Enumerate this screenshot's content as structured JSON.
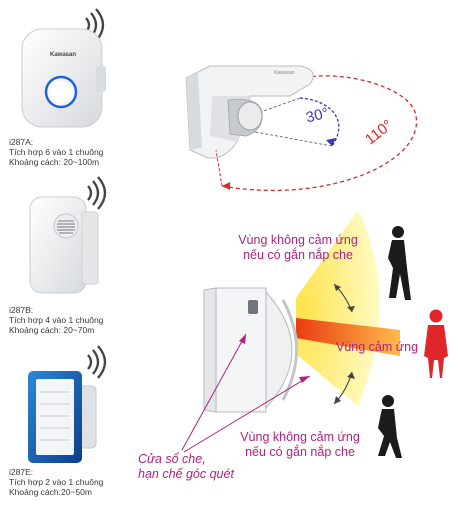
{
  "products": [
    {
      "model": "i287A:",
      "line1": "Tích hợp 6 vào 1 chuông",
      "line2": "Khoảng cách: 20~100m",
      "brand": "Kawasan"
    },
    {
      "model": "i287B:",
      "line1": "Tích hợp 4 vào 1 chuông",
      "line2": "Khoảng cách: 20~70m"
    },
    {
      "model": "i287E:",
      "line1": "Tích hợp 2 vào 1 chuông",
      "line2": "Khoảng cách:20~50m"
    }
  ],
  "sensor_top": {
    "angle_small": "30°",
    "angle_large": "110°",
    "brand": "Kawasan"
  },
  "zones": {
    "top": [
      "Vùng không cảm ứng",
      "nếu có gắn nắp che"
    ],
    "middle": "Vùng cảm ứng",
    "bottom": [
      "Vùng không cảm ứng",
      "nếu có gắn nắp che"
    ]
  },
  "callout": [
    "Cửa sổ che,",
    "hạn chế góc quét"
  ],
  "colors": {
    "label": "#b0237e",
    "angle_red": "#d62a2a",
    "angle_blue": "#3a3ab0",
    "zone_yellow": "#fff59a",
    "zone_orange": "#f47a23",
    "person_red": "#e0262a"
  }
}
